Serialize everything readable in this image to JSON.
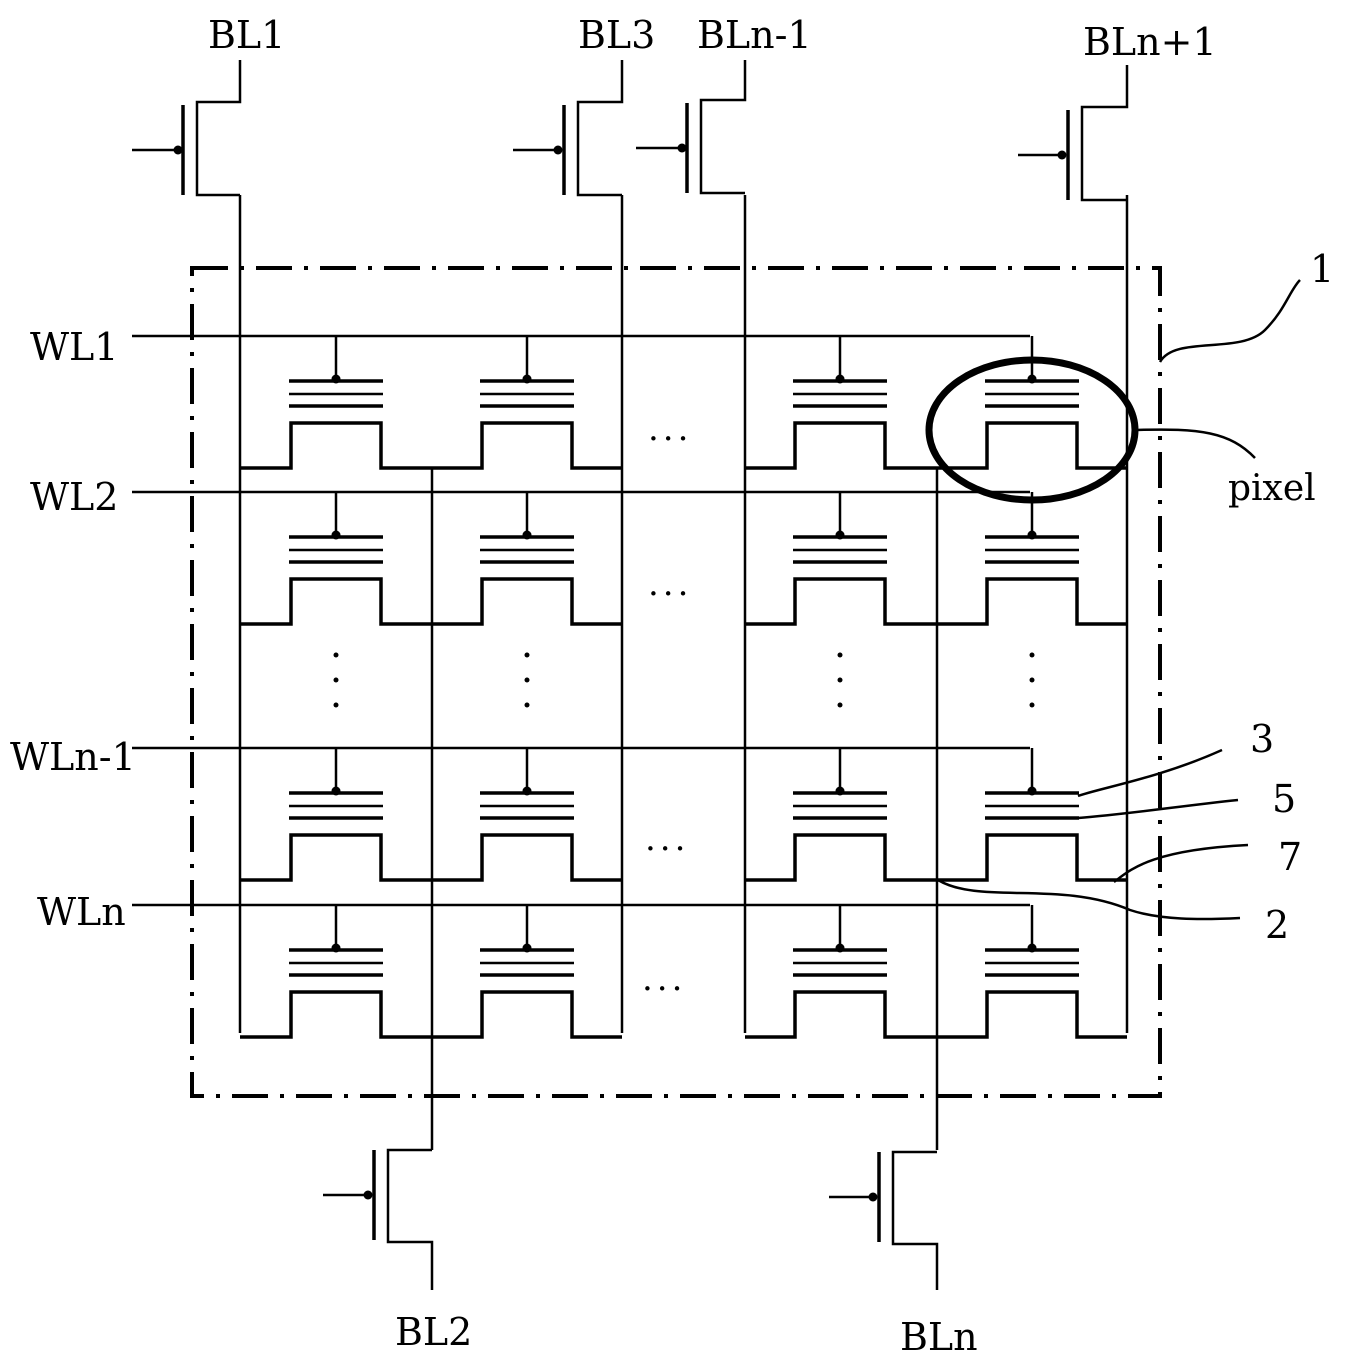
{
  "bitline_labels_top": [
    "BL1",
    "BL3",
    "BLn-1",
    "BLn+1"
  ],
  "bitline_labels_bottom": [
    "BL2",
    "BLn"
  ],
  "wordline_labels": [
    "WL1",
    "WL2",
    "WLn-1",
    "WLn"
  ],
  "callouts": {
    "region": "1",
    "pixel": "pixel",
    "layer_top": "3",
    "layer_mid": "5",
    "layer_bottom": "7",
    "line_2": "2"
  },
  "ellipsis_h": "...",
  "ellipsis_v": "⋮"
}
